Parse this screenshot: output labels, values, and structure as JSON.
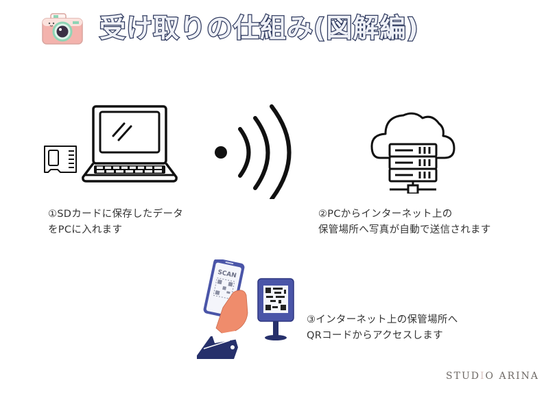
{
  "header": {
    "title": "受け取りの仕組み(図解編)",
    "icon": "camera-icon",
    "colors": {
      "title_fill": "#eef0f6",
      "title_stroke": "#2f3a5f",
      "camera_body": "#f3b3ad",
      "camera_accent": "#8fd4b5"
    }
  },
  "steps": [
    {
      "number": "①",
      "line1": "①SDカードに保存したデータ",
      "line2": "をPCに入れます",
      "icons": [
        "sd-card-icon",
        "laptop-icon"
      ]
    },
    {
      "number": "②",
      "line1": "②PCからインターネット上の",
      "line2": "保管場所へ写真が自動で送信されます",
      "icons": [
        "cloud-server-icon"
      ]
    },
    {
      "number": "③",
      "line1": "③インターネット上の保管場所へ",
      "line2": "QRコードからアクセスします",
      "icons": [
        "phone-scan-icon",
        "qr-stand-icon"
      ]
    }
  ],
  "signal": {
    "icon": "wireless-signal-icon"
  },
  "phone": {
    "scan_label": "SCAN",
    "colors": {
      "frame": "#4a55a8",
      "sleeve": "#26306b",
      "hand": "#ef8c6c"
    }
  },
  "footer": {
    "brand_part1": "STUD",
    "brand_light1": "I",
    "brand_part2": "O",
    "brand_space": " ",
    "brand_part3": "ARINA"
  }
}
